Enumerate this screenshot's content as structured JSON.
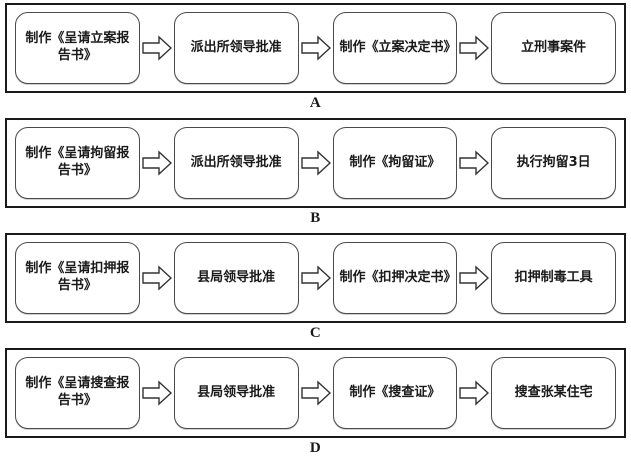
{
  "diagram": {
    "type": "flowchart",
    "orientation": "horizontal",
    "arrow_icon": "block-arrow-right-icon",
    "colors": {
      "frame_border": "#1a1a1a",
      "node_border": "#4a4a4a",
      "node_fill": "#ffffff",
      "text": "#1a1a1a",
      "background": "#ffffff"
    },
    "rows": [
      {
        "label": "A",
        "nodes": [
          "制作《呈请立案报告书》",
          "派出所领导批准",
          "制作《立案决定书》",
          "立刑事案件"
        ]
      },
      {
        "label": "B",
        "nodes": [
          "制作《呈请拘留报告书》",
          "派出所领导批准",
          "制作《拘留证》",
          "执行拘留3日"
        ]
      },
      {
        "label": "C",
        "nodes": [
          "制作《呈请扣押报告书》",
          "县局领导批准",
          "制作《扣押决定书》",
          "扣押制毒工具"
        ]
      },
      {
        "label": "D",
        "nodes": [
          "制作《呈请搜查报告书》",
          "县局领导批准",
          "制作《搜查证》",
          "搜查张某住宅"
        ]
      }
    ]
  }
}
